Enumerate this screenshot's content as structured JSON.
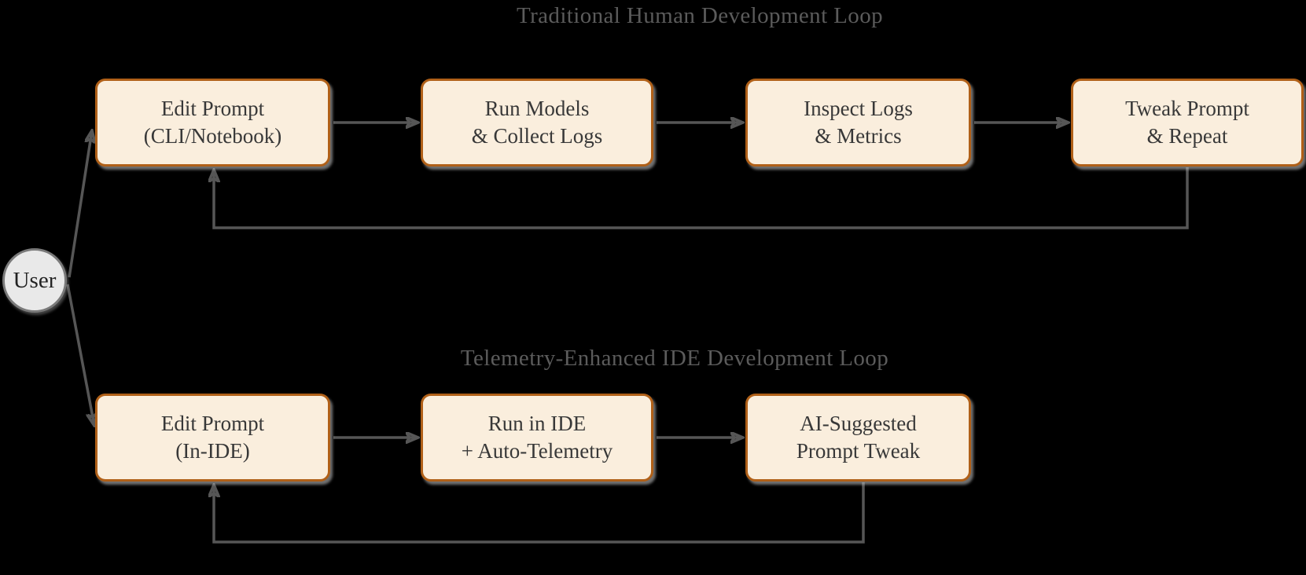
{
  "figure": {
    "background": "#000000"
  },
  "colors": {
    "bg": "#000000",
    "node_fill": "#faeedd",
    "node_border": "#b06018",
    "node_text": "#383838",
    "title_text": "#5b5b5b",
    "arrow": "#565656",
    "user_fill": "#e9e9e9",
    "user_border": "#7a7a7a"
  },
  "user_node": {
    "label": "User"
  },
  "top_loop": {
    "title": "Traditional Human Development Loop",
    "nodes": [
      {
        "line1": "Edit Prompt",
        "line2": "(CLI/Notebook)"
      },
      {
        "line1": "Run Models",
        "line2": "& Collect Logs"
      },
      {
        "line1": "Inspect Logs",
        "line2": "& Metrics"
      },
      {
        "line1": "Tweak Prompt",
        "line2": "& Repeat"
      }
    ]
  },
  "bottom_loop": {
    "title": "Telemetry-Enhanced IDE Development Loop",
    "nodes": [
      {
        "line1": "Edit Prompt",
        "line2": "(In-IDE)"
      },
      {
        "line1": "Run in IDE",
        "line2": "+ Auto-Telemetry"
      },
      {
        "line1": "AI-Suggested",
        "line2": "Prompt Tweak"
      }
    ]
  }
}
